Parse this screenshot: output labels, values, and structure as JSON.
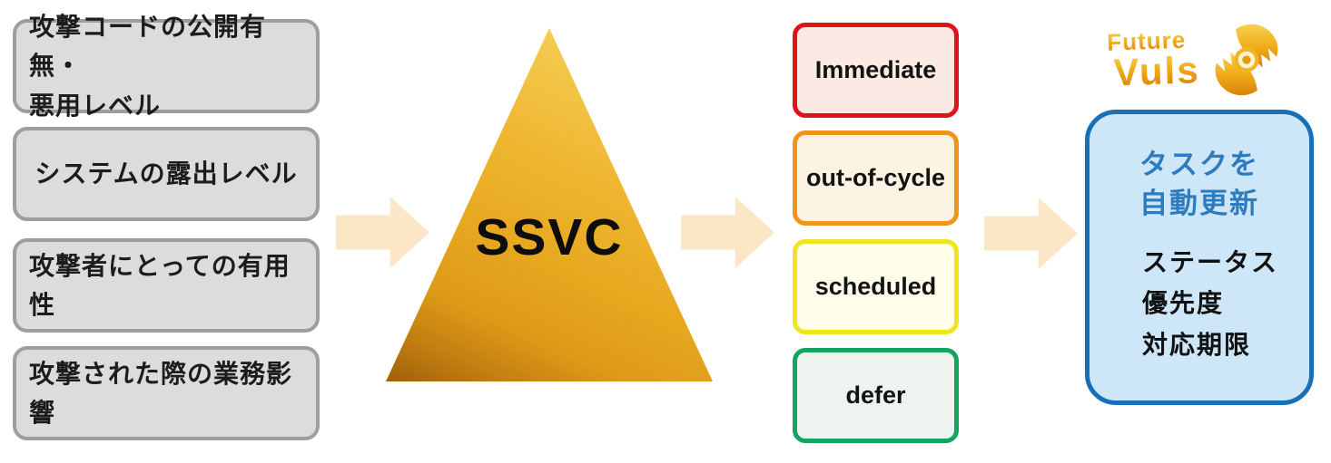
{
  "diagram": {
    "inputs": [
      {
        "label": "攻撃コードの公開有無・\n悪用レベル"
      },
      {
        "label": "システムの露出レベル"
      },
      {
        "label": "攻撃者にとっての有用性"
      },
      {
        "label": "攻撃された際の業務影響"
      }
    ],
    "process": {
      "label": "SSVC"
    },
    "priorities": [
      {
        "label": "Immediate",
        "border_color": "#e1131a",
        "bg_color": "#faeae3"
      },
      {
        "label": "out-of-cycle",
        "border_color": "#f0951c",
        "bg_color": "#fdf3e3"
      },
      {
        "label": "scheduled",
        "border_color": "#f0e51c",
        "bg_color": "#fefdea"
      },
      {
        "label": "defer",
        "border_color": "#13a45f",
        "bg_color": "#edf3ee"
      }
    ],
    "output": {
      "logo": {
        "word1": "Future",
        "word2": "Vuls",
        "icon": "futurevuls-eye-icon",
        "gold_color": "#eca214"
      },
      "heading": "タスクを\n自動更新",
      "heading_color": "#2e7cc0",
      "items": [
        "ステータス",
        "優先度",
        "対応期限"
      ],
      "border_color": "#176fb8",
      "bg_color": "#cee7f8"
    },
    "styles": {
      "arrow_color": "#fbe7c6",
      "triangle_gradient": [
        "#f8da6e",
        "#e7a71f",
        "#9c610c"
      ],
      "input_box_bg": "#dcdcdc",
      "input_box_border": "#9e9e9e"
    }
  }
}
